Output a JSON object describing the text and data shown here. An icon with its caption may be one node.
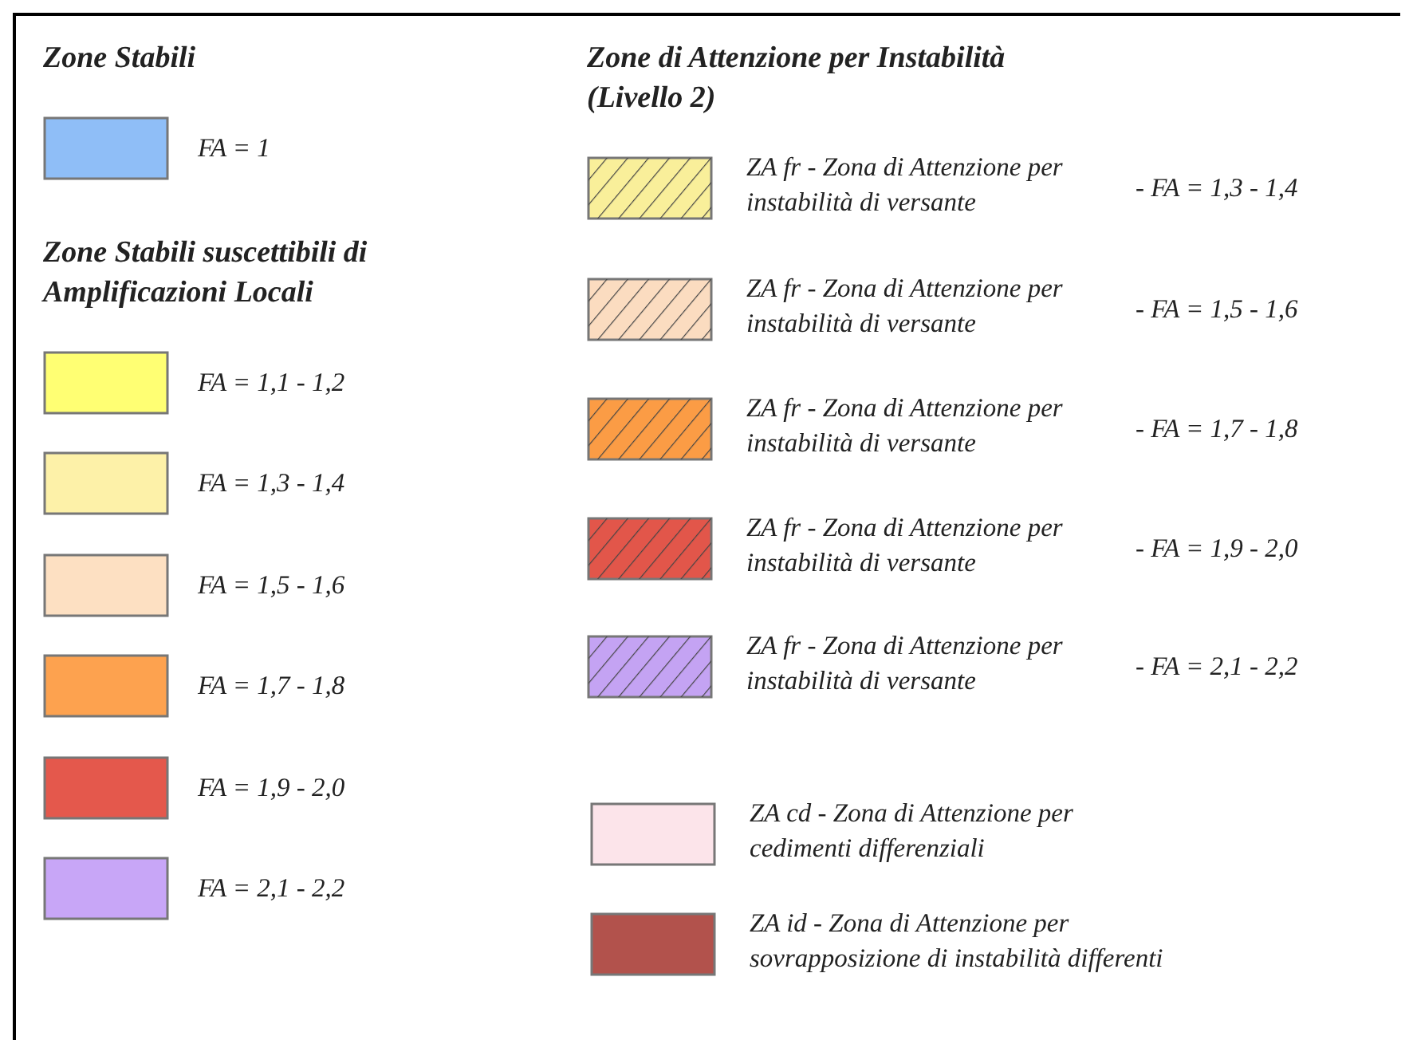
{
  "diagram": {
    "labels": [
      "Zone Stabili",
      "Zone Stabili suscettibili di Amplificazioni Locali",
      "Zone di Attenzione per Instabilità (Livello 2)",
      "- FA = 1,3 - 1,4",
      "- FA = 1,5 - 1,6",
      "- FA = 1,7 - 1,8",
      "- FA = 1,9 - 2,0",
      "- FA = 2,1 - 2,2"
    ],
    "legend": [
      {
        "text": "FA = 1",
        "color": "#8fbef7"
      },
      {
        "text": "FA = 1,1 - 1,2",
        "color": "#ffff73"
      },
      {
        "text": "FA = 1,3 - 1,4",
        "color": "#fdf1a8"
      },
      {
        "text": "FA = 1,5 - 1,6",
        "color": "#fde0c2"
      },
      {
        "text": "FA = 1,7 - 1,8",
        "color": "#fda24f"
      },
      {
        "text": "FA = 1,9 - 2,0",
        "color": "#e4584c"
      },
      {
        "text": "FA = 2,1 - 2,2",
        "color": "#c8a6f7"
      },
      {
        "text": "ZA fr - Zona di Attenzione per instabilità di versante",
        "color": "#f9ef9a"
      },
      {
        "text": "ZA fr - Zona di Attenzione per instabilità di versante",
        "color": "#fbdcc0"
      },
      {
        "text": "ZA fr - Zona di Attenzione per instabilità di versante",
        "color": "#fb9c45"
      },
      {
        "text": "ZA fr - Zona di Attenzione per instabilità di versante",
        "color": "#e2564a"
      },
      {
        "text": "ZA fr - Zona di Attenzione per instabilità di versante",
        "color": "#c4a3f3"
      },
      {
        "text": "ZA cd - Zona di Attenzione per cedimenti differenziali",
        "color": "#fce4ea"
      },
      {
        "text": "ZA id - Zona di Attenzione per sovrapposizione di instabilità differenti",
        "color": "#b2524c"
      }
    ]
  }
}
